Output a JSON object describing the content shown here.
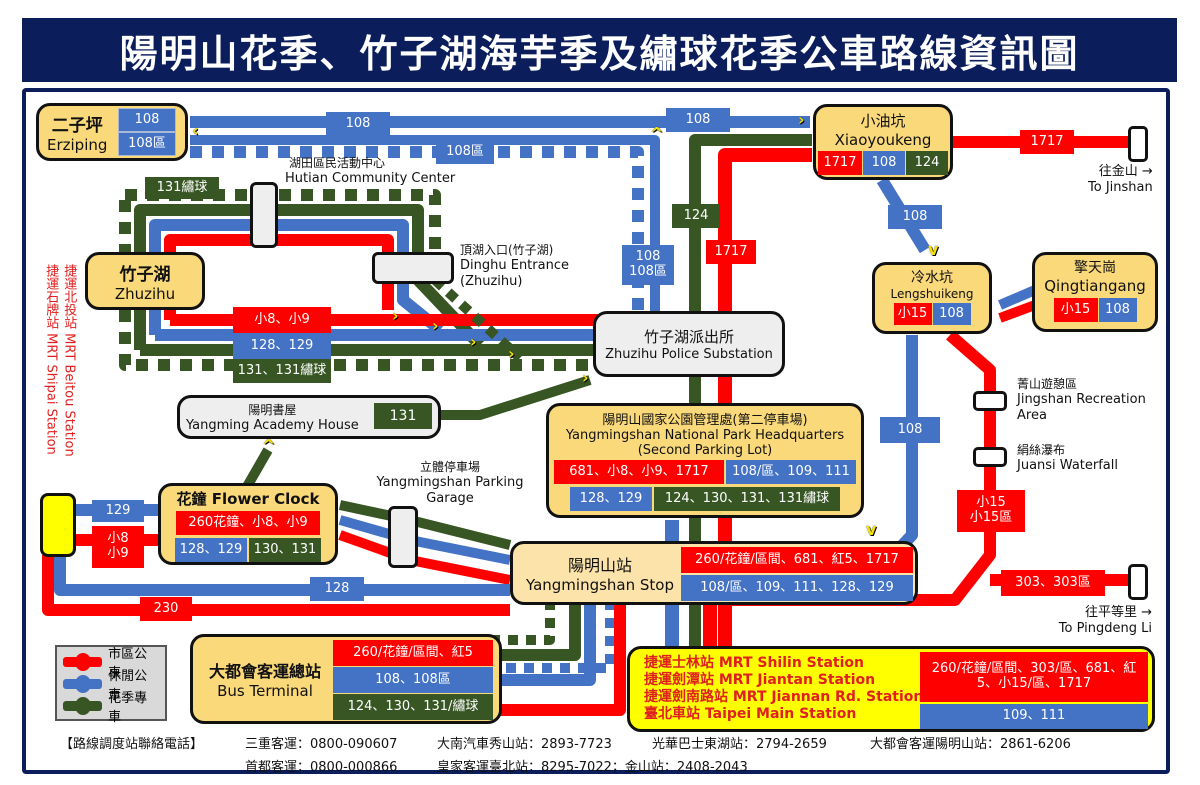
{
  "title": "陽明山花季、竹子湖海芋季及繡球花季公車路線資訊圖",
  "colors": {
    "city_bus": "#ff0000",
    "leisure_bus": "#4472c4",
    "flower_bus": "#375623",
    "station_fill": "#fad97a",
    "title_bg": "#0b1e5b"
  },
  "stations": {
    "erziping": {
      "zh": "二子坪",
      "en": "Erziping",
      "routes": [
        "108",
        "108區"
      ]
    },
    "xiaoyoukeng": {
      "zh": "小油坑",
      "en": "Xiaoyoukeng",
      "routes": [
        "1717",
        "108",
        "124"
      ]
    },
    "zhuzihu": {
      "zh": "竹子湖",
      "en": "Zhuzihu"
    },
    "police": {
      "zh": "竹子湖派出所",
      "en": "Zhuzihu Police Substation"
    },
    "lengshuikeng": {
      "zh": "冷水坑",
      "en": "Lengshuikeng",
      "routes": [
        "小15",
        "108"
      ]
    },
    "qingtiangang": {
      "zh": "擎天崗",
      "en": "Qingtiangang",
      "routes": [
        "小15",
        "108"
      ]
    },
    "academy": {
      "zh": "陽明書屋",
      "en": "Yangming Academy House",
      "route": "131"
    },
    "hq": {
      "zh": "陽明山國家公園管理處(第二停車場)",
      "en1": "Yangmingshan National Park Headquarters",
      "en2": "(Second Parking Lot)",
      "red": "681、小8、小9、1717",
      "blue1": "108/區、109、111",
      "blue2": "128、129",
      "green": "124、130、131、131繡球"
    },
    "flower_clock": {
      "title": "花鐘  Flower Clock",
      "red": "260花鐘、小8、小9",
      "blue": "128、129",
      "green": "130、131"
    },
    "ymsstop": {
      "zh": "陽明山站",
      "en": "Yangmingshan Stop",
      "red": "260/花鐘/區間、681、紅5、1717",
      "blue": "108/區、109、111、128、129"
    },
    "terminal": {
      "zh": "大都會客運總站",
      "en": "Bus Terminal",
      "red": "260/花鐘/區間、紅5",
      "blue": "108、108區",
      "green": "124、130、131/繡球"
    },
    "mrt": {
      "lines": [
        "捷運士林站 MRT Shilin Station",
        "捷運劍潭站 MRT Jiantan Station",
        "捷運劍南路站 MRT Jiannan Rd. Station",
        "臺北車站 Taipei Main Station"
      ],
      "red": "260/花鐘/區間、303/區、681、紅5、小15/區、1717",
      "blue": "109、111"
    }
  },
  "stops": {
    "hutian": {
      "zh": "湖田區民活動中心",
      "en": "Hutian Community Center"
    },
    "dinghu": {
      "zh": "頂湖入口(竹子湖)",
      "en1": "Dinghu Entrance",
      "en2": "(Zhuzihu)"
    },
    "garage": {
      "zh": "立體停車場",
      "en1": "Yangmingshan Parking",
      "en2": "Garage"
    },
    "jingshan": {
      "zh": "菁山遊憩區",
      "en1": "Jingshan Recreation",
      "en2": "Area"
    },
    "juansi": {
      "zh": "絹絲瀑布",
      "en": "Juansi Waterfall"
    },
    "jinshan": {
      "zh": "往金山 →",
      "en": "To Jinshan"
    },
    "pingdeng": {
      "zh": "往平等里 →",
      "en": "To Pingdeng Li"
    },
    "mrt_beitou": "捷運北投站  MRT Beitou Station",
    "mrt_shipai": "捷運石牌站  MRT Shipai Station"
  },
  "route_tags": {
    "top108": "108",
    "top108_right": "108",
    "top108qu": "108區",
    "v108": "108\n108區",
    "v124": "124",
    "v1717": "1717",
    "jinshan1717": "1717",
    "diag108": "108",
    "lower108": "108",
    "x15": "小15\n小15區",
    "p303": "303、303區",
    "t131": "131繡球",
    "zr": "小8、小9",
    "zb": "128、129",
    "zg": "131、131繡球",
    "l129": "129",
    "l8": "小8\n小9",
    "l128": "128",
    "l230": "230"
  },
  "legend": [
    {
      "label": "市區公車",
      "color": "#ff0000"
    },
    {
      "label": "休閒公車",
      "color": "#4472c4"
    },
    {
      "label": "花季專車",
      "color": "#375623"
    }
  ],
  "contacts": {
    "heading": "【路線調度站聯絡電話】",
    "items": [
      "三重客運：0800-090607",
      "大南汽車秀山站：2893-7723",
      "光華巴士東湖站：2794-2659",
      "大都會客運陽明山站：2861-6206",
      "首都客運：0800-000866",
      "皇家客運臺北站：8295-7022；金山站：2408-2043"
    ]
  }
}
